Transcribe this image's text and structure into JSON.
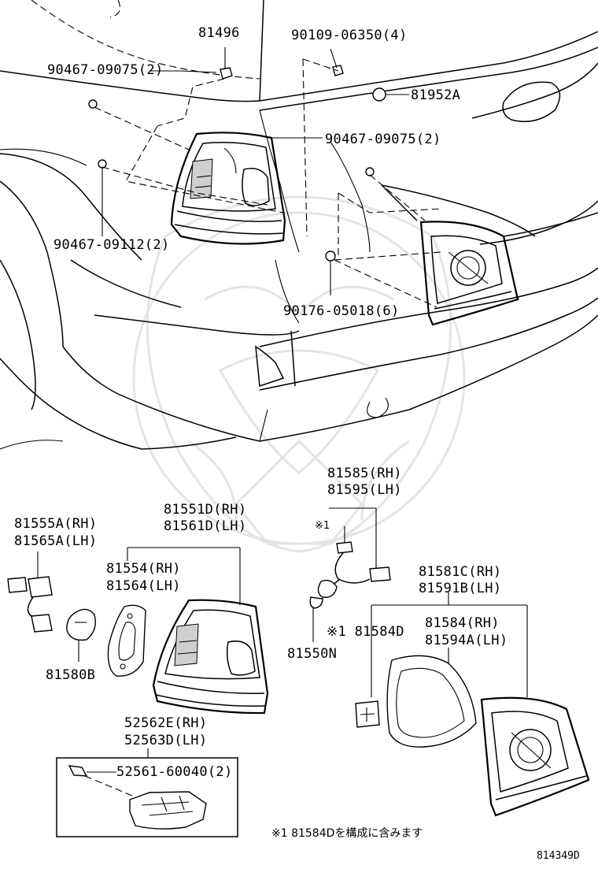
{
  "diagram": {
    "callouts": {
      "c81496": "81496",
      "c90109": "90109-06350(4)",
      "c90467a": "90467-09075(2)",
      "c81952a": "81952A",
      "c90467b": "90467-09075(2)",
      "c90467_09112": "90467-09112(2)",
      "c90176": "90176-05018(6)",
      "c81585": "81585(RH)",
      "c81595": "81595(LH)",
      "mark1_top": "※1",
      "c81555a": "81555A(RH)",
      "c81565a": "81565A(LH)",
      "c81551d": "81551D(RH)",
      "c81561d": "81561D(LH)",
      "c81554": "81554(RH)",
      "c81564": "81564(LH)",
      "c81581c": "81581C(RH)",
      "c81591b": "81591B(LH)",
      "c81584_mark": "※1 81584D",
      "c81584": "81584(RH)",
      "c81594a": "81594A(LH)",
      "c81580b": "81580B",
      "c81550n": "81550N",
      "c52562e": "52562E(RH)",
      "c52563d": "52563D(LH)",
      "c52561": "52561-60040(2)"
    },
    "footnote": "※1 81584Dを構成に含みます",
    "drawing_code": "814349D"
  }
}
